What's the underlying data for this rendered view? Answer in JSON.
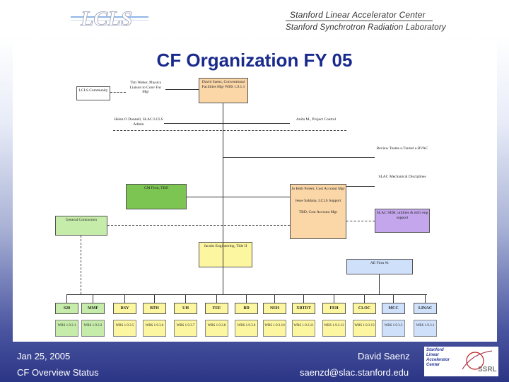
{
  "header": {
    "logo_text": "LCLS",
    "lab_line_1": "Stanford Linear Accelerator Center",
    "lab_line_2": "Stanford Synchrotron Radiation Laboratory"
  },
  "slide": {
    "title": "CF Organization FY 05"
  },
  "org": {
    "lcls_community": "LCLS Community",
    "tim_weber": "Tim Weber, Physics Liaison to Conv Fac Mgr",
    "david_saenz": "David Saenz, Conventional Facilities Mgr WBS 1.9.1.1",
    "helen": "Helen O Donnell, SLAC LCLS Admin",
    "anita": "Anita M., Project Control",
    "review": "Review Teams e.Tunnel e.BVAC",
    "slac_mech": "SLAC Mechanical Disciplines",
    "cm_firm": "CM Firm, TBD",
    "jo_beth": "Jo Beth Poleer, Cost Account Mgr",
    "jesse": "Jesse Saldana, LCLS Support",
    "tbd_cam": "TBD, Cost Account Mgr",
    "general_contractors": "General Contractors",
    "slac_sem": "SLAC SEM, utilities & mfct eng support",
    "jacobs": "Jacobs Engineering, Title II",
    "ae_firm": "AE Firm #1"
  },
  "columns": [
    {
      "head": "S20",
      "wbs": "WBS 1.9.3.1"
    },
    {
      "head": "MMF",
      "wbs": "WBS 1.9.3.2"
    },
    {
      "head": "RSY",
      "wbs": "WBS 1.9.3.5"
    },
    {
      "head": "BTH",
      "wbs": "WBS 1.9.3.6"
    },
    {
      "head": "UH",
      "wbs": "WBS 1.9.3.7"
    },
    {
      "head": "FEE",
      "wbs": "WBS 1.9.3.8"
    },
    {
      "head": "BD",
      "wbs": "WBS 1.9.3.9"
    },
    {
      "head": "NEH",
      "wbs": "WBS 1.9.3.10"
    },
    {
      "head": "XRTDT",
      "wbs": "WBS 1.9.3.11"
    },
    {
      "head": "FEH",
      "wbs": "WBS 1.9.3.12"
    },
    {
      "head": "CLOC",
      "wbs": "WBS 1.9.3.13"
    },
    {
      "head": "MCC",
      "wbs": "WBS 1.9.3.3"
    },
    {
      "head": "LINAC",
      "wbs": "WBS 1.9.3.1"
    }
  ],
  "footer": {
    "date": "Jan 25, 2005",
    "presenter": "David Saenz",
    "subtitle": "CF Overview Status",
    "email": "saenzd@slac.stanford.edu",
    "logo_lines": [
      "Stanford",
      "Linear",
      "Accelerator",
      "Center"
    ],
    "ssrl": "SSRL"
  },
  "colors": {
    "title": "#1a2a8c",
    "orange": "#fbd7a8",
    "green": "#7cc552",
    "purple": "#c4a6ec",
    "yellow": "#fdf6a0",
    "blue": "#cfe0fb"
  }
}
